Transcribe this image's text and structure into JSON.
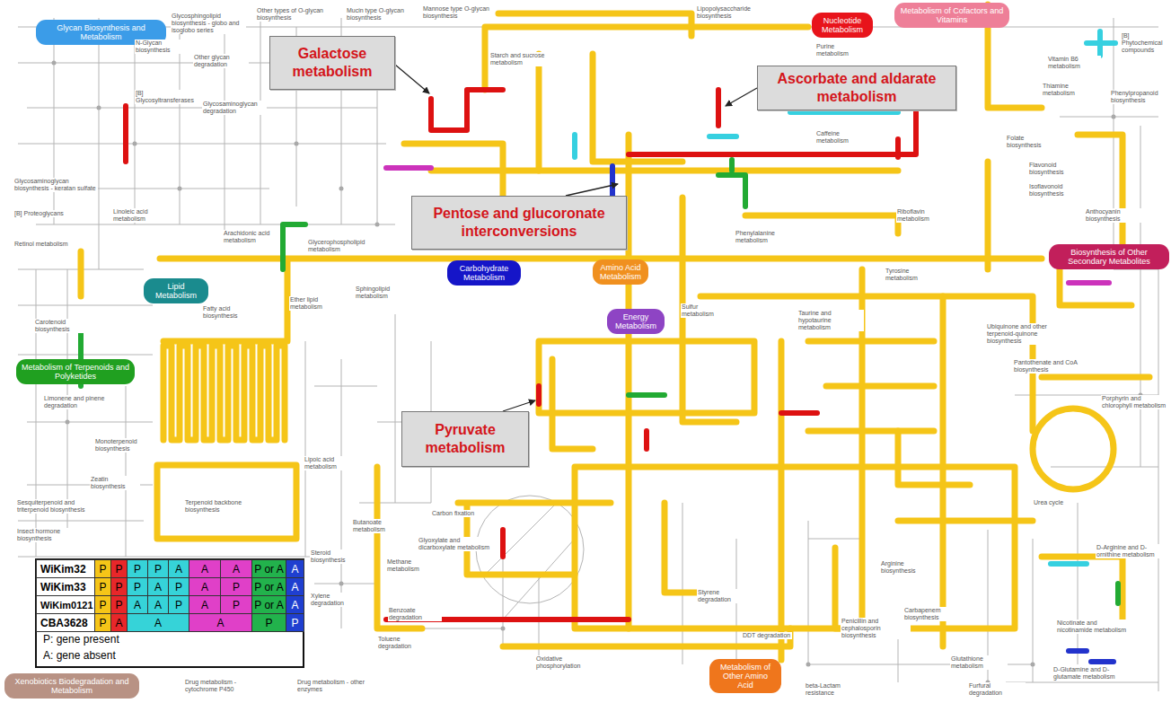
{
  "diagram": {
    "nodes": [
      {
        "text": [
          "Glycan Biosynthesis and Metabolism"
        ]
      },
      {
        "text": [
          "Nucleotide Metabolism"
        ]
      },
      {
        "text": [
          "Metabolism of Cofactors and Vitamins"
        ]
      },
      {
        "text": [
          "Carbohydrate Metabolism"
        ]
      },
      {
        "text": [
          "Amino Acid Metabolism"
        ]
      },
      {
        "text": [
          "Energy Metabolism"
        ]
      },
      {
        "text": [
          "Lipid Metabolism"
        ]
      },
      {
        "text": [
          "Biosynthesis of Other Secondary Metabolites"
        ]
      },
      {
        "text": [
          "Metabolism of Terpenoids and Polyketides"
        ]
      },
      {
        "text": [
          "Metabolism of Other Amino Acid"
        ]
      },
      {
        "text": [
          "Xenobiotics Biodegradation and Metabolism"
        ]
      },
      {
        "text": [
          "Galactose metabolism"
        ]
      },
      {
        "text": [
          "Ascorbate and aldarate metabolism"
        ]
      },
      {
        "text": [
          "Pentose and glucoronate interconversions"
        ]
      },
      {
        "text": [
          "Pyruvate metabolism"
        ]
      }
    ],
    "labels": [
      "WiKim32",
      "P",
      "P",
      "P",
      "P",
      "A",
      "A",
      "A",
      "P or A",
      "A",
      "WiKim33",
      "P",
      "P",
      "P",
      "A",
      "P",
      "A",
      "P",
      "P or A",
      "A",
      "WiKim0121",
      "P",
      "P",
      "A",
      "A",
      "P",
      "A",
      "P",
      "P or A",
      "A",
      "CBA3628",
      "P",
      "A",
      "A",
      "A",
      "P",
      "P",
      "P: gene present",
      "A: gene absent",
      "Glycosphingolipid biosynthesis - globo and isoglobo series",
      "Other types of O-glycan biosynthesis",
      "Mucin type O-glycan biosynthesis",
      "Mannose type O-glycan biosynthesis",
      "Lipopolysaccharide biosynthesis",
      "N-Glycan biosynthesis",
      "Other glycan degradation",
      "[B] Glycosyltransferases",
      "Glycosaminoglycan degradation",
      "Glycosaminoglycan biosynthesis - keratan sulfate",
      "[B] Proteoglycans",
      "Linoleic acid metabolism",
      "Retinol metabolism",
      "Arachidonic acid metabolism",
      "Glycerophospholipid metabolism",
      "Ether lipid metabolism",
      "Sphingolipid metabolism",
      "Fatty acid biosynthesis",
      "Carotenoid biosynthesis",
      "Limonene and pinene degradation",
      "Monoterpenoid biosynthesis",
      "Zeatin biosynthesis",
      "Sesquiterpenoid and triterpenoid biosynthesis",
      "Insect hormone biosynthesis",
      "Terpenoid backbone biosynthesis",
      "Steroid biosynthesis",
      "Lipoic acid metabolism",
      "Butanoate metabolism",
      "Methane metabolism",
      "Carbon fixation",
      "Glyoxylate and dicarboxylate metabolism",
      "Oxidative phosphorylation",
      "Urea cycle",
      "Thiamine metabolism",
      "Vitamin B6 metabolism",
      "Folate biosynthesis",
      "Riboflavin metabolism",
      "Caffeine metabolism",
      "Purine metabolism",
      "Starch and sucrose metabolism",
      "Tyrosine metabolism",
      "Phenylalanine metabolism",
      "Sulfur metabolism",
      "Taurine and hypotaurine metabolism",
      "Isoflavonoid biosynthesis",
      "Flavonoid biosynthesis",
      "Anthocyanin biosynthesis",
      "Phenylpropanoid biosynthesis",
      "[B] Phytochemical compounds",
      "Ubiquinone and other terpenoid-quinone biosynthesis",
      "Pantothenate and CoA biosynthesis",
      "Porphyrin and chlorophyll metabolism",
      "Nicotinate and nicotinamide metabolism",
      "D-Glutamine and D-glutamate metabolism",
      "D-Arginine and D-ornithine metabolism",
      "Glutathione metabolism",
      "Arginine biosynthesis",
      "Styrene degradation",
      "Benzoate degradation",
      "Toluene degradation",
      "Xylene degradation",
      "Furfural degradation",
      "DDT degradation",
      "beta-Lactam resistance",
      "Drug metabolism - cytochrome P450",
      "Drug metabolism - other enzymes",
      "Penicillin and cephalosporin biosynthesis",
      "Carbapenem biosynthesis"
    ]
  }
}
